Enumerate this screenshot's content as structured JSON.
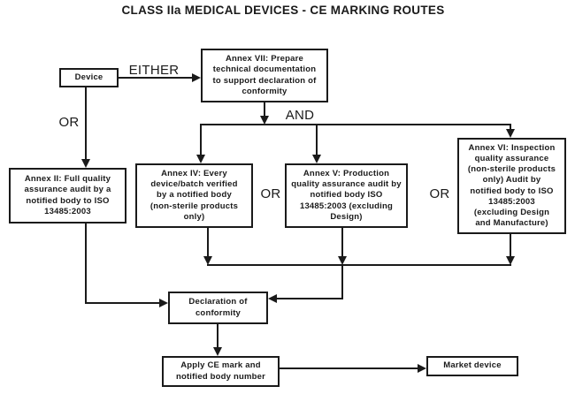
{
  "title": "CLASS IIa MEDICAL DEVICES - CE MARKING ROUTES",
  "nodes": {
    "device": "Device",
    "annex_vii": "Annex VII: Prepare\ntechnical documentation\nto support declaration of\nconformity",
    "annex_ii": "Annex II: Full quality\nassurance audit by a\nnotified body to ISO\n13485:2003",
    "annex_iv": "Annex IV: Every\ndevice/batch verified\nby a notified body\n(non-sterile products\nonly)",
    "annex_v": "Annex V: Production\nquality assurance audit by\nnotified body ISO\n13485:2003 (excluding\nDesign)",
    "annex_vi": "Annex VI: Inspection\nquality assurance\n(non-sterile products\nonly) Audit by\nnotified body to ISO\n13485:2003\n(excluding Design\nand Manufacture)",
    "declaration": "Declaration of\nconformity",
    "apply_ce": "Apply CE mark and\nnotified body number",
    "market": "Market device"
  },
  "labels": {
    "either": "EITHER",
    "or_left": "OR",
    "and": "AND",
    "or_mid": "OR",
    "or_right": "OR"
  },
  "colors": {
    "ink": "#1a1a1a",
    "background": "#ffffff"
  }
}
